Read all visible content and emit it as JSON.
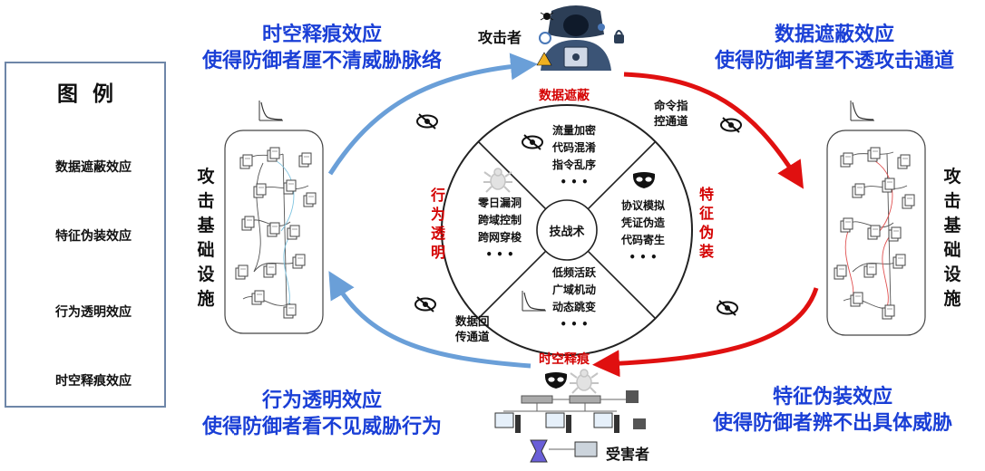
{
  "legend": {
    "title": "图 例",
    "items": [
      {
        "icon": "eye-slash-icon",
        "label": "数据遮蔽效应"
      },
      {
        "icon": "mask-icon",
        "label": "特征伪装效应"
      },
      {
        "icon": "bug-icon",
        "label": "行为透明效应"
      },
      {
        "icon": "decay-curve-icon",
        "label": "时空释痕效应"
      }
    ]
  },
  "corners": {
    "top_left": {
      "line1": "时空释痕效应",
      "line2": "使得防御者厘不清威胁脉络"
    },
    "top_right": {
      "line1": "数据遮蔽效应",
      "line2": "使得防御者望不透攻击通道"
    },
    "bottom_left": {
      "line1": "行为透明效应",
      "line2": "使得防御者看不见威胁行为"
    },
    "bottom_right": {
      "line1": "特征伪装效应",
      "line2": "使得防御者辨不出具体威胁"
    }
  },
  "nodes": {
    "attacker": "攻击者",
    "victim": "受害者",
    "infra_left": "攻击基础设施",
    "infra_right": "攻击基础设施"
  },
  "channels": {
    "command": [
      "命令指",
      "控通道"
    ],
    "data_return": [
      "数据回",
      "传通道"
    ]
  },
  "effects": {
    "data_mask": "数据遮蔽",
    "feature_disguise": "特征伪装",
    "behavior_transparent": "行为透明",
    "spacetime_trace": "时空释痕"
  },
  "wheel": {
    "center": "技战术",
    "top": [
      "流量加密",
      "代码混淆",
      "指令乱序",
      "• • •"
    ],
    "right": [
      "协议模拟",
      "凭证伪造",
      "代码寄生",
      "• • •"
    ],
    "bottom": [
      "低频活跃",
      "广域机动",
      "动态跳变",
      "• • •"
    ],
    "left": [
      "零日漏洞",
      "跨域控制",
      "跨网穿梭",
      "• • •"
    ]
  },
  "colors": {
    "blue_text": "#1a3fd6",
    "red_text": "#d40000",
    "blue_arrow": "#6a9fd8",
    "red_arrow": "#e01010",
    "legend_border": "#6e86a8"
  }
}
